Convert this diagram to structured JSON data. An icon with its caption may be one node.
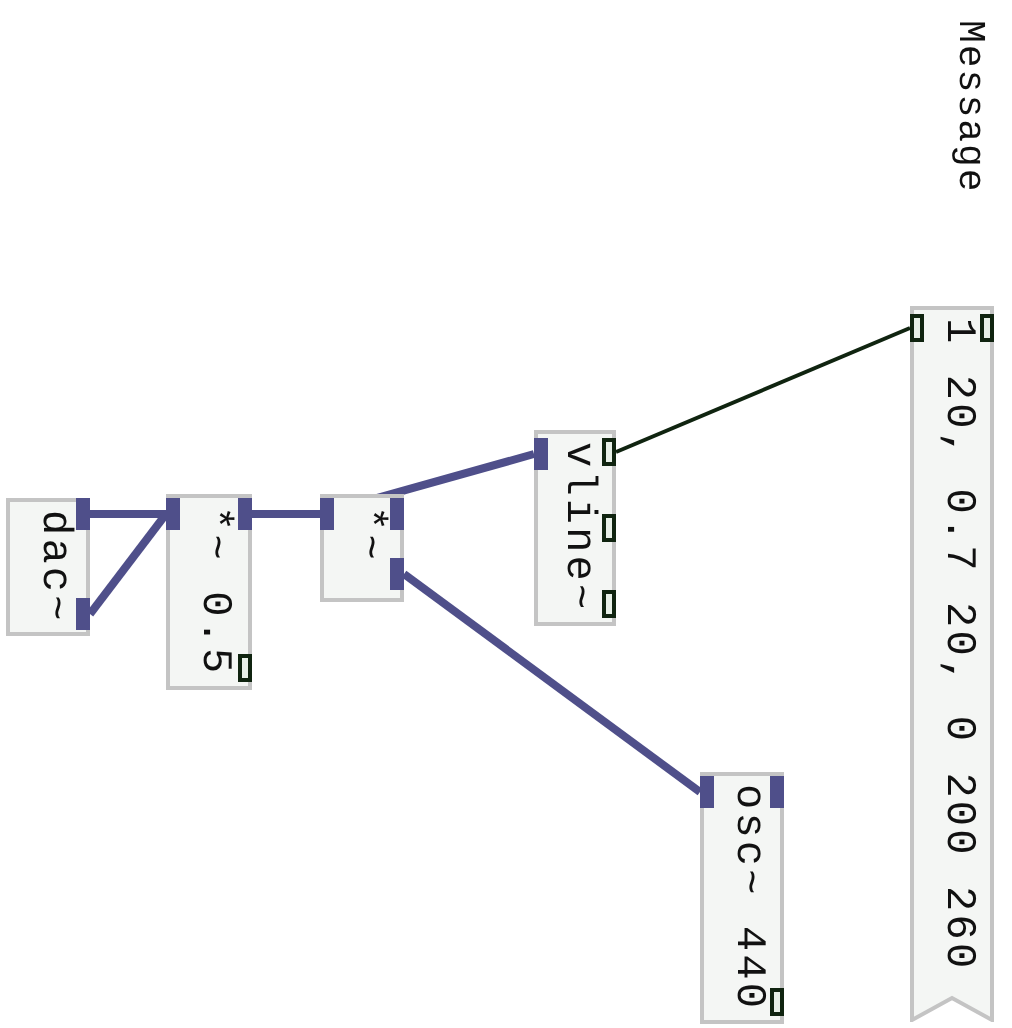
{
  "diagram": {
    "nodes": [
      {
        "text": [
          "1 20, 0.7 20, 0 200 260"
        ]
      },
      {
        "text": [
          "vline~"
        ]
      },
      {
        "text": [
          "*~"
        ]
      },
      {
        "text": [
          "osc~ 440"
        ]
      },
      {
        "text": [
          "*~ 0.5"
        ]
      },
      {
        "text": [
          "dac~"
        ]
      }
    ],
    "edges": [
      {
        "from": 0,
        "to": 1,
        "arrow": "none",
        "color": "#102410"
      },
      {
        "from": 1,
        "to": 2,
        "arrow": "none"
      },
      {
        "from": 3,
        "to": 2,
        "arrow": "none"
      },
      {
        "from": 2,
        "to": 4,
        "arrow": "none"
      },
      {
        "from": 4,
        "to": 5,
        "arrow": "none"
      },
      {
        "from": 4,
        "to": 5,
        "arrow": "none"
      }
    ],
    "labels": [
      "Message"
    ]
  }
}
